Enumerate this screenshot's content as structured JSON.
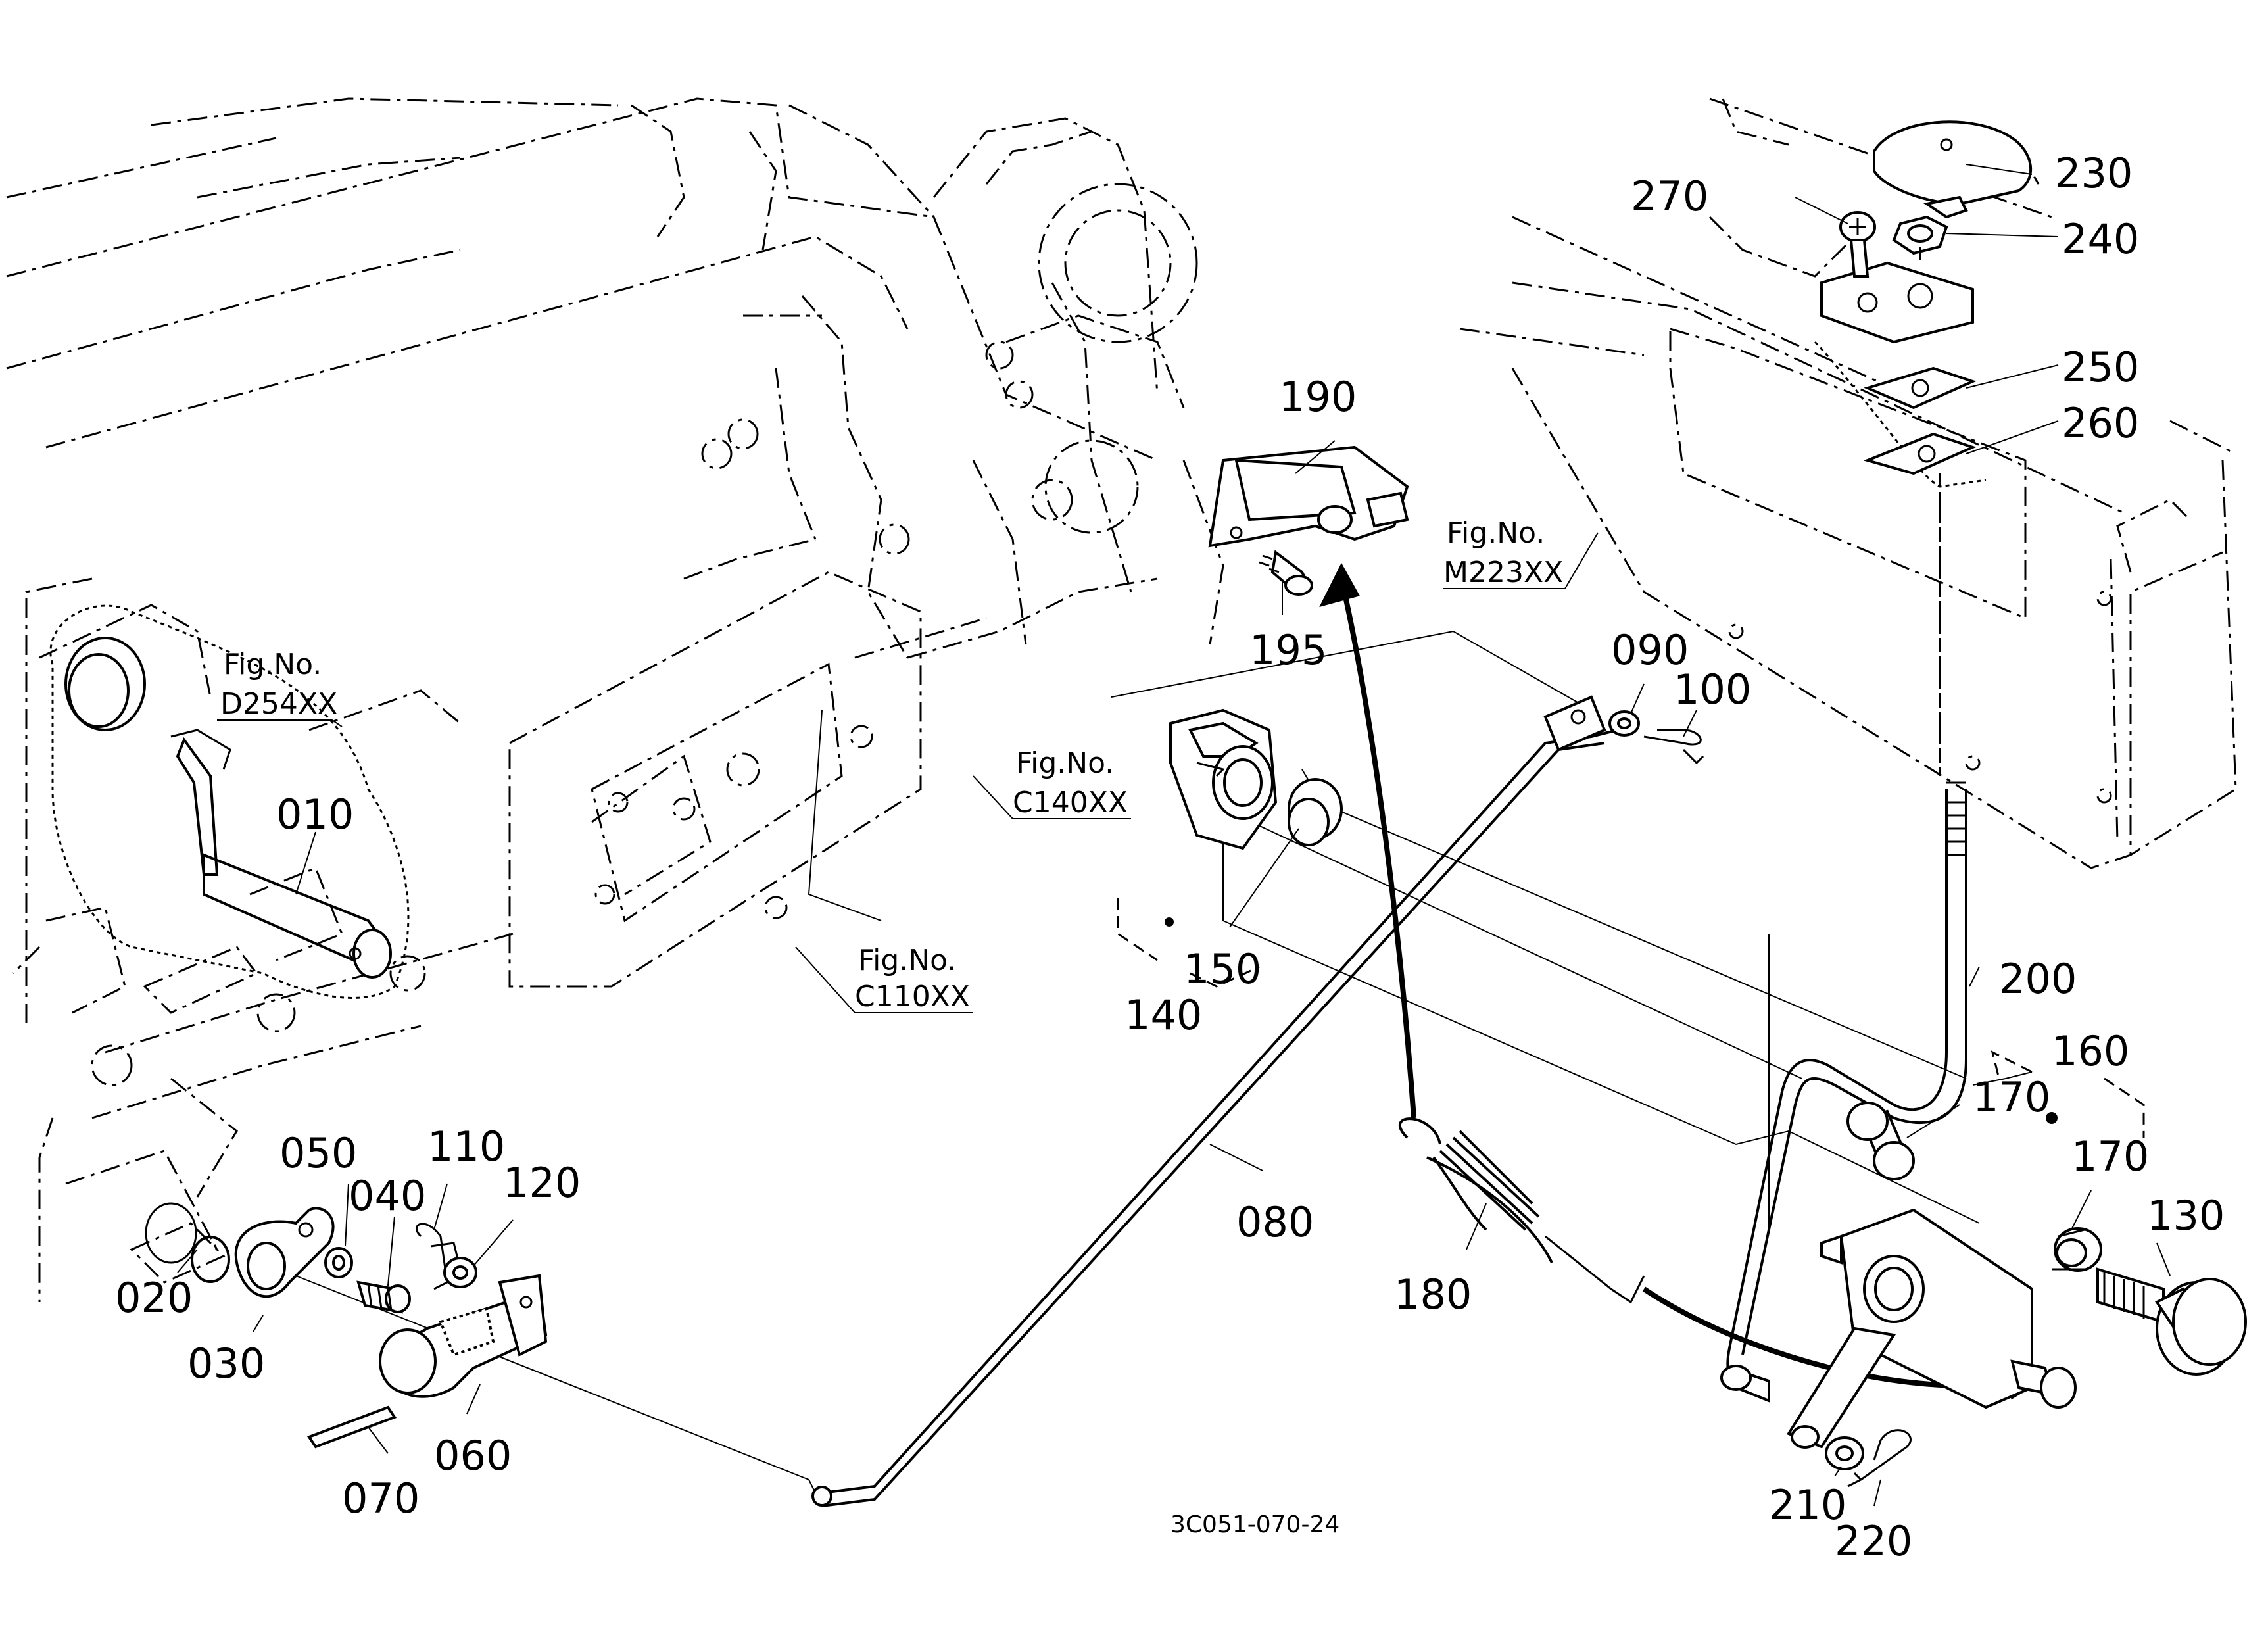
{
  "diagram": {
    "drawing_code": "3C051-070-24",
    "callouts": [
      {
        "id": "010",
        "label": "010"
      },
      {
        "id": "020",
        "label": "020"
      },
      {
        "id": "030",
        "label": "030"
      },
      {
        "id": "040",
        "label": "040"
      },
      {
        "id": "050",
        "label": "050"
      },
      {
        "id": "060",
        "label": "060"
      },
      {
        "id": "070",
        "label": "070"
      },
      {
        "id": "080",
        "label": "080"
      },
      {
        "id": "090",
        "label": "090"
      },
      {
        "id": "100",
        "label": "100"
      },
      {
        "id": "110",
        "label": "110"
      },
      {
        "id": "120",
        "label": "120"
      },
      {
        "id": "130",
        "label": "130"
      },
      {
        "id": "140",
        "label": "140"
      },
      {
        "id": "150",
        "label": "150"
      },
      {
        "id": "160",
        "label": "160"
      },
      {
        "id": "170a",
        "label": "170"
      },
      {
        "id": "170b",
        "label": "170"
      },
      {
        "id": "180",
        "label": "180"
      },
      {
        "id": "190",
        "label": "190"
      },
      {
        "id": "195",
        "label": "195"
      },
      {
        "id": "200",
        "label": "200"
      },
      {
        "id": "210",
        "label": "210"
      },
      {
        "id": "220",
        "label": "220"
      },
      {
        "id": "230",
        "label": "230"
      },
      {
        "id": "240",
        "label": "240"
      },
      {
        "id": "250",
        "label": "250"
      },
      {
        "id": "260",
        "label": "260"
      },
      {
        "id": "270",
        "label": "270"
      }
    ],
    "figure_refs": [
      {
        "id": "d254",
        "label": "Fig.No.",
        "code": "D254XX"
      },
      {
        "id": "c140",
        "label": "Fig.No.",
        "code": "C140XX"
      },
      {
        "id": "c110",
        "label": "Fig.No.",
        "code": "C110XX"
      },
      {
        "id": "m223",
        "label": "Fig.No.",
        "code": "M223XX"
      }
    ]
  }
}
